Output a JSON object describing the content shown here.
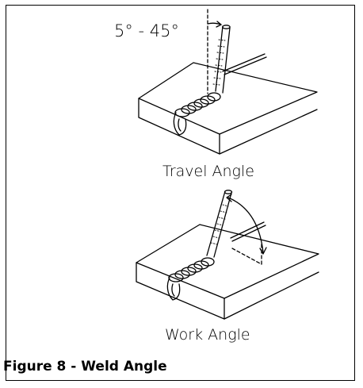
{
  "figure": {
    "angle_range": "5° - 45°",
    "travel_label": "Travel Angle",
    "work_label": "Work Angle",
    "caption": "Figure 8 - Weld Angle"
  },
  "colors": {
    "line": "#000000",
    "background": "#ffffff"
  }
}
